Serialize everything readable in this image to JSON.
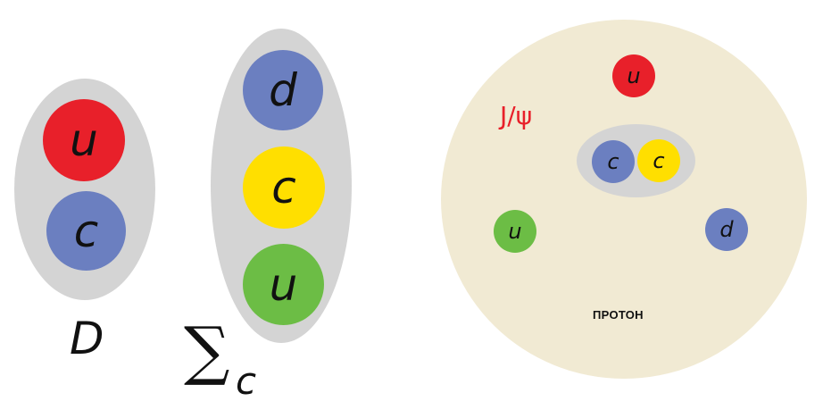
{
  "colors": {
    "red": "#e8202a",
    "blue": "#6b7fc0",
    "yellow": "#ffdf00",
    "green": "#6cbd45",
    "hadron_gray": "#d4d4d4",
    "proton_fill": "#f1ead3",
    "jpsi_red": "#e8202a"
  },
  "d_meson": {
    "label": "D",
    "quarks": [
      {
        "flavor": "u",
        "color": "red"
      },
      {
        "flavor": "c",
        "color": "blue"
      }
    ]
  },
  "sigma_c": {
    "symbol": "∑",
    "subscript": "c",
    "quarks": [
      {
        "flavor": "d",
        "color": "blue"
      },
      {
        "flavor": "c",
        "color": "yellow"
      },
      {
        "flavor": "u",
        "color": "green"
      }
    ]
  },
  "proton": {
    "label": "ПРОТОН",
    "quarks": [
      {
        "flavor": "u",
        "color": "red"
      },
      {
        "flavor": "u",
        "color": "green"
      },
      {
        "flavor": "d",
        "color": "blue"
      }
    ],
    "jpsi": {
      "label": "J/ψ",
      "quarks": [
        {
          "flavor": "c",
          "color": "blue"
        },
        {
          "flavor": "c",
          "color": "yellow"
        }
      ]
    }
  }
}
